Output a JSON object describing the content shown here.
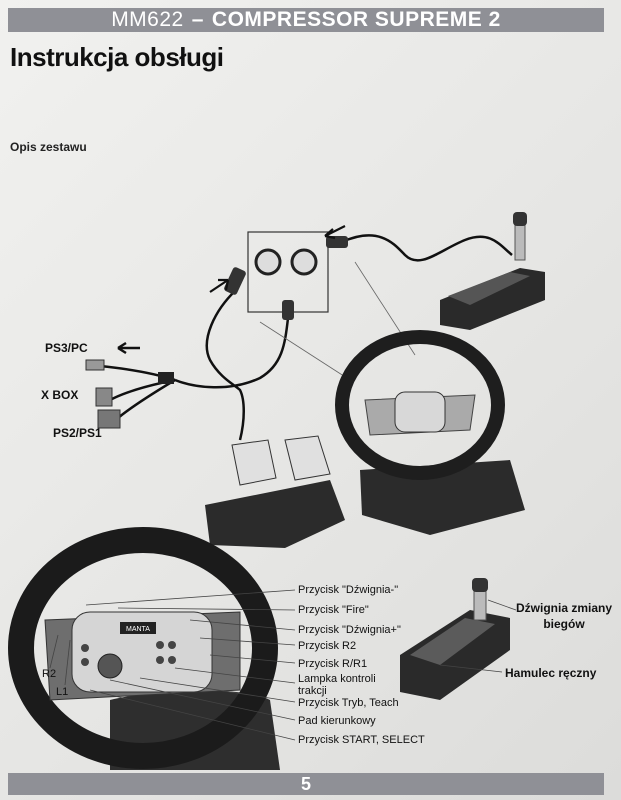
{
  "header": {
    "model": "MM622",
    "separator": "–",
    "product": "COMPRESSOR SUPREME 2"
  },
  "page_title": "Instrukcja obsługi",
  "section_title": "Opis zestawu",
  "connectors": {
    "ps3pc": "PS3/PC",
    "xbox": "X BOX",
    "ps2ps1": "PS2/PS1"
  },
  "callouts": [
    "Przycisk \"Dźwignia-\"",
    "Przycisk \"Fire\"",
    "Przycisk \"Dźwignia+\"",
    "Przycisk R2",
    "Przycisk R/R1",
    "Lampka kontroli trakcji",
    "Przycisk Tryb, Teach",
    "Pad kierunkowy",
    "Przycisk START, SELECT"
  ],
  "wheel_side_labels": {
    "r2": "R2",
    "l1": "L1"
  },
  "shifter_labels": {
    "lever": "Dźwignia zmiany biegów",
    "handbrake": "Hamulec ręczny"
  },
  "page_number": "5",
  "wheel_brand": "MANTA"
}
